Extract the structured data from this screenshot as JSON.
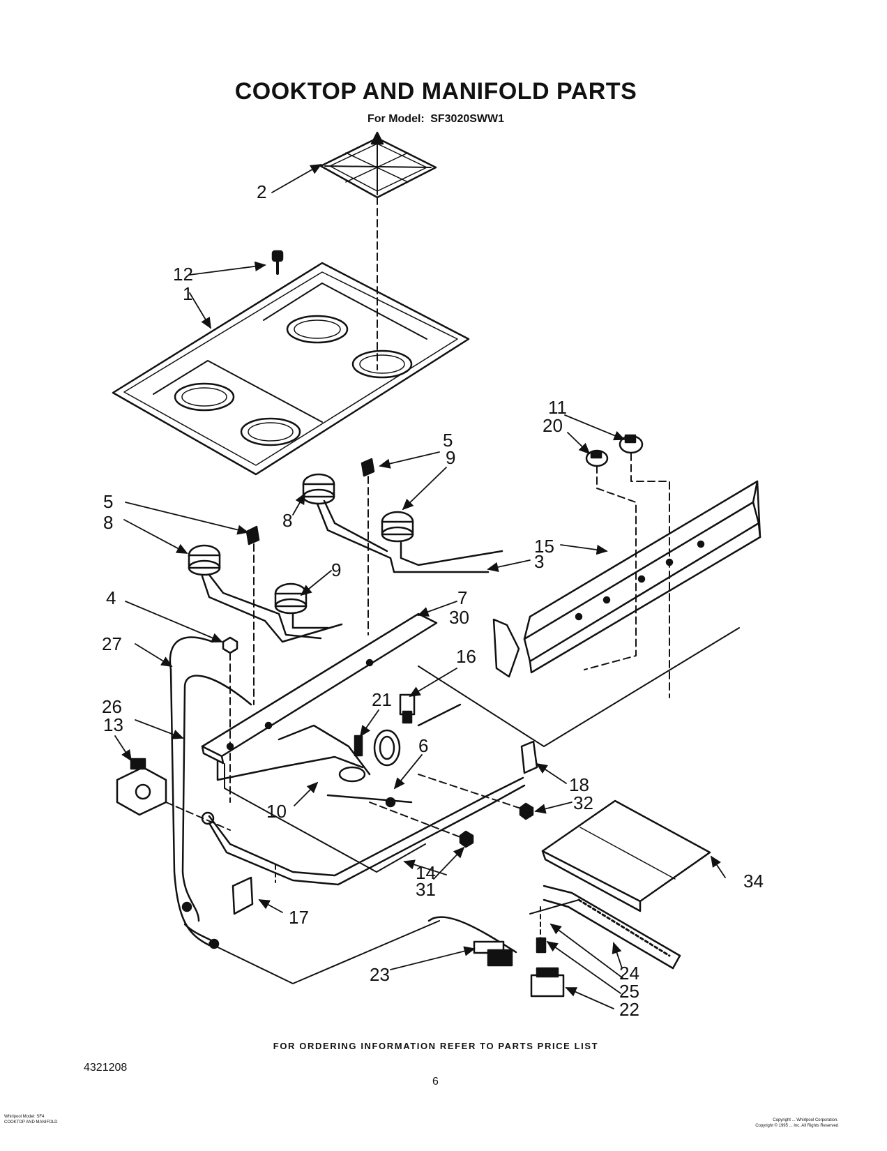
{
  "title": "COOKTOP AND MANIFOLD PARTS",
  "model": {
    "prefix": "For Model:",
    "number": "SF3020SWW1"
  },
  "callouts": {
    "c1": "1",
    "c2": "2",
    "c3": "3",
    "c4": "4",
    "c5a": "5",
    "c5b": "5",
    "c6": "6",
    "c7": "7",
    "c8a": "8",
    "c8b": "8",
    "c9a": "9",
    "c9b": "9",
    "c10": "10",
    "c11": "11",
    "c12": "12",
    "c13": "13",
    "c14": "14",
    "c15": "15",
    "c16": "16",
    "c17": "17",
    "c18": "18",
    "c20": "20",
    "c21": "21",
    "c22": "22",
    "c23": "23",
    "c24": "24",
    "c25": "25",
    "c26": "26",
    "c27": "27",
    "c30": "30",
    "c31": "31",
    "c32": "32",
    "c34": "34"
  },
  "footer": {
    "ordering_note": "FOR ORDERING INFORMATION REFER TO PARTS PRICE LIST",
    "doc_number": "4321208",
    "page_number": "6"
  },
  "fine_print": {
    "left_line1": "Whirlpool Model: SF4",
    "left_line2": "COOKTOP AND MANIFOLD",
    "right_line1": "Copyright ... Whirlpool Corporation.",
    "right_line2": "Copyright © 1995 ... Inc. All Rights Reserved"
  }
}
